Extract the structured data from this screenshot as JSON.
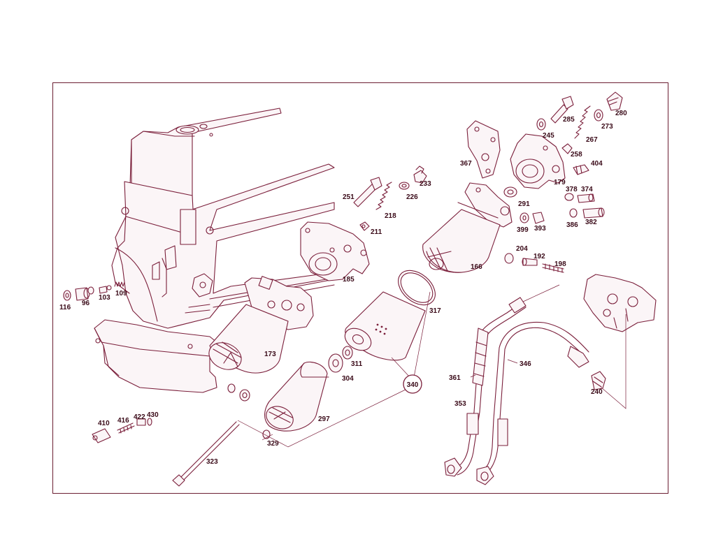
{
  "labels": {
    "p116": "116",
    "p96": "96",
    "p103": "103",
    "p109": "109",
    "p173": "173",
    "p185": "185",
    "p251": "251",
    "p218": "218",
    "p211": "211",
    "p226": "226",
    "p233": "233",
    "p367": "367",
    "p245": "245",
    "p285": "285",
    "p280": "280",
    "p273": "273",
    "p267": "267",
    "p258": "258",
    "p404": "404",
    "p179": "179",
    "p378": "378",
    "p374": "374",
    "p291": "291",
    "p399": "399",
    "p393": "393",
    "p386": "386",
    "p382": "382",
    "p166": "166",
    "p204": "204",
    "p192": "192",
    "p198": "198",
    "p317": "317",
    "p311": "311",
    "p304": "304",
    "p340": "340",
    "p297": "297",
    "p329": "329",
    "p323": "323",
    "p410": "410",
    "p416": "416",
    "p422": "422",
    "p430": "430",
    "p361": "361",
    "p353": "353",
    "p346": "346",
    "p240": "240"
  },
  "colors": {
    "line": "#7a1e3a",
    "frame": "#6b1e32",
    "text": "#3a0a18",
    "background": "#ffffff"
  }
}
